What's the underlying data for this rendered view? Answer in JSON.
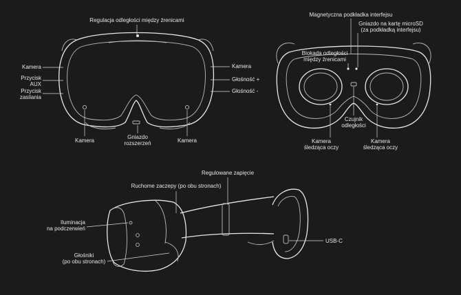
{
  "labels": {
    "ipd_adjust": "Regulacja odległości między źrenicami",
    "camera_left": "Kamera",
    "aux_button_1": "Przycisk",
    "aux_button_2": "AUX",
    "power_button_1": "Przycisk",
    "power_button_2": "zasilania",
    "camera_right": "Kamera",
    "volume_up": "Głośność +",
    "volume_down": "Głośność -",
    "camera_bottom_left": "Kamera",
    "expansion_1": "Gniazdo",
    "expansion_2": "rozszerzeń",
    "camera_bottom_right": "Kamera",
    "magnetic_pad": "Magnetyczna podkładka interfejsu",
    "microsd_1": "Gniazdo na kartę microSD",
    "microsd_2": "(za podkładką interfejsu)",
    "ipd_lock_1": "Blokada odległości",
    "ipd_lock_2": "między źrenicami",
    "distance_sensor_1": "Czujnik",
    "distance_sensor_2": "odległości",
    "eye_cam_left_1": "Kamera",
    "eye_cam_left_2": "śledząca oczy",
    "eye_cam_right_1": "Kamera",
    "eye_cam_right_2": "śledząca oczy",
    "strap": "Regulowane zapięcie",
    "latches": "Ruchome zaczepy (po obu stronach)",
    "ir_1": "Iluminacja",
    "ir_2": "na podczerwień",
    "speakers_1": "Głośniki",
    "speakers_2": "(po obu stronach)",
    "usbc": "USB-C"
  }
}
